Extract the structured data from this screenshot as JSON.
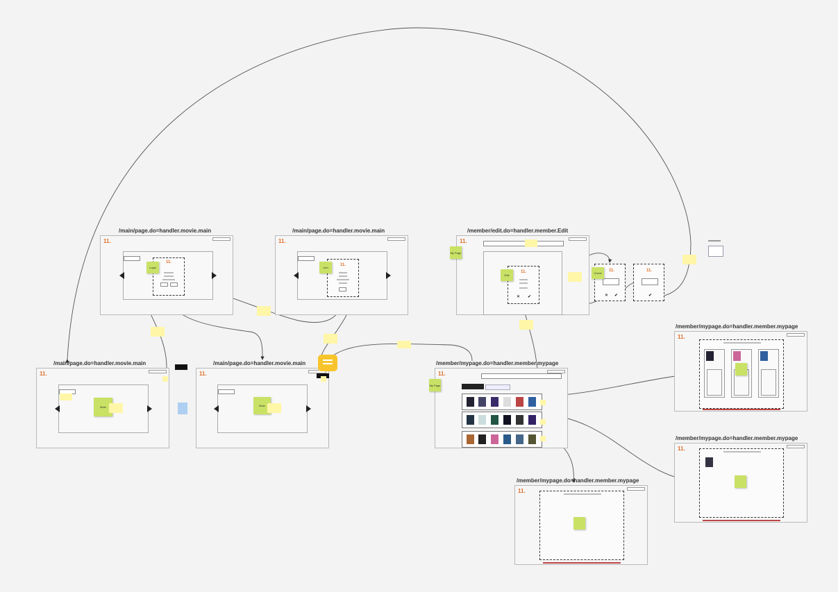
{
  "frames": {
    "f1": {
      "title": "/main/page.do=handler.movie.main",
      "logo": "11."
    },
    "f2": {
      "title": "/main/page.do=handler.movie.main",
      "logo": "11."
    },
    "f3": {
      "title": "/member/edit.do=handler.member.Edit",
      "logo": "11."
    },
    "f4": {
      "title": "/main/page.do=handler.movie.main",
      "logo": "11."
    },
    "f5": {
      "title": "/main/page.do=handler.movie.main",
      "logo": "11."
    },
    "f6": {
      "title": "/member/mypage.do=handler.member.mypage",
      "logo": "11."
    },
    "f7": {
      "title": "/member/mypage.do=handler.member.mypage",
      "logo": "11."
    },
    "f8": {
      "title": "/member/mypage.do=handler.member.mypage",
      "logo": "11."
    },
    "f9": {
      "title": "/member/mypage.do=handler.member.mypage",
      "logo": "11."
    }
  },
  "stickies": {
    "login": "Login",
    "join": "Join",
    "mypage1": "My Page",
    "mypage2": "My Page",
    "edit": "Edit",
    "check": "Check",
    "main1": "Main",
    "main2": "Main"
  },
  "colors": {
    "sticky_green": "#c9e265",
    "sticky_yellow": "#fff6a8",
    "chat": "#f7c52b",
    "logo": "#e0702a"
  },
  "icons": [
    "chat-icon",
    "legend-icon"
  ]
}
